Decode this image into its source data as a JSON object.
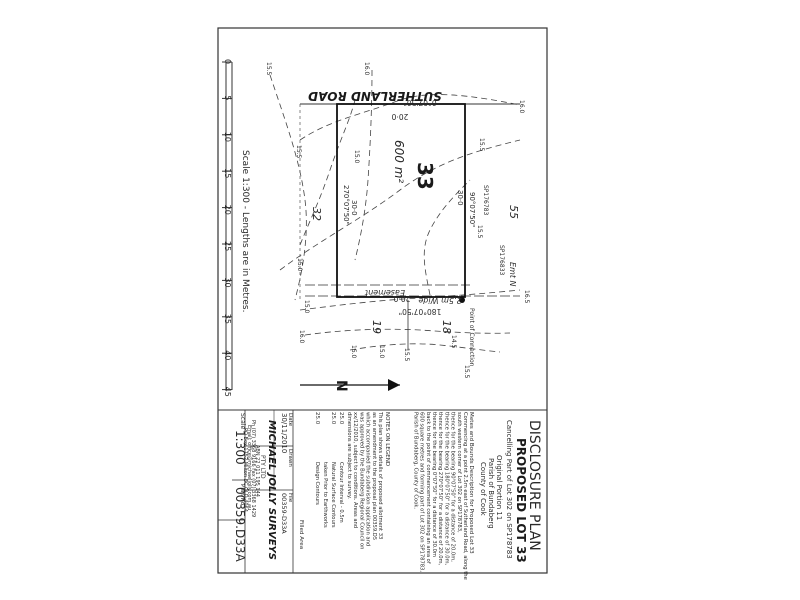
{
  "plan": {
    "road_name": "SUTHERLAND ROAD",
    "lot_number": "33",
    "lot_area": "600 m²",
    "bearing_top": "0°07'50\"",
    "bearing_bottom": "180°07'50\"",
    "bearing_left": "270°07'50\"",
    "bearing_right": "90°07'50\"",
    "dim_top": "20·0",
    "dim_bottom": "20·0",
    "dim_left": "30·0",
    "dim_right": "30·0",
    "lot_left": "32",
    "lot_right": "55",
    "lot_bottom_left": "19",
    "lot_bottom_right": "18",
    "easement_label": "Easement",
    "easement_width": "2.5m  Wide",
    "emt_label": "Emt N",
    "sp_left": "SP176833",
    "sp_right": "SP176783",
    "connection_label": "Point of Connection",
    "scale_caption": "Scale 1:300 - Lengths are in Metres.",
    "scale_ticks": [
      "0",
      "5",
      "10",
      "15",
      "20",
      "25",
      "30",
      "35",
      "40",
      "45"
    ],
    "north_label": "N",
    "contour_labels": [
      "15.5",
      "16.0",
      "16.0",
      "15.5",
      "15.0",
      "15.5",
      "15.5",
      "15.0",
      "15.0",
      "15.0",
      "15.0",
      "15.5",
      "14.5",
      "16.0",
      "15.5",
      "16.5"
    ]
  },
  "title_block": {
    "title": "DISCLOSURE PLAN",
    "subtitle": "PROPOSED LOT 33",
    "cancelling": "Cancelling Part of Lot 302 on SP178783",
    "parish": [
      "Original Portion 11",
      "Parish of Bundaberg",
      "County of Cook"
    ],
    "metes_heading": "Metes and Bounds Description for Proposed Lot 33",
    "metes_lines": [
      "Commencing at a point 2.5m east of Sutherland Road, along the",
      "south western corner of Lot 302 on SP178783,",
      "thence for the bearing 90°07'50\" for a distance of 20.0m,",
      "thence for the bearing 180°07'50\" for a distance of 30.0m,",
      "thence for the bearing 270°07'50\" for a distance of 20.0m,",
      "thence for the bearing 0°07'50\" for a distance of 30.0m",
      "back to the point of commencement containing an area of",
      "600 square metres and forming part of Lot 302 on SP178783,",
      "Parish of Bundaberg, County of Cook."
    ],
    "notes_heading": "NOTES ON LEGEND",
    "notes_lines": [
      "This plan shows details of proposed allotment 33",
      "as an amendment to the proposal plan 00359.D5",
      "which accompanied the subdivision application and",
      "was approved by the Bundaberg Regional Council on",
      "xx/12/2010, subject to conditions. Areas and",
      "dimensions are subject to survey."
    ],
    "legend": [
      {
        "value": "25.0",
        "desc": "Contour Interval - 0.5m"
      },
      {
        "value": "25.0",
        "desc": "Natural Surface Contours"
      },
      {
        "value": "",
        "desc": "taken Prior to Earthworks"
      },
      {
        "value": "25.0",
        "desc": "Design Contours"
      }
    ],
    "filled_area": "Filled Area",
    "date_label": "Date",
    "date_value": "30/11/2010",
    "drawn_label": "Drawn",
    "drawn_value": "JW",
    "file_label": "File",
    "file_value": "00359-D33A",
    "company_name": "MICHAEL JOLLY SURVEYS",
    "company_pty": "PTY LTD",
    "company_acn": "ABN 22 011 195 144",
    "company_phone": "Ph (07) 3368 9166  Fax (07) 3368 1429",
    "company_email": "Email: office@michaeljolly.com.au",
    "company_address": "PO Box 1752 Milton BC QLD 4064",
    "scale_label": "Scale",
    "scale_value": "1:300",
    "plan_no_label": "Plan No",
    "plan_no_value": "00359.D33A"
  }
}
